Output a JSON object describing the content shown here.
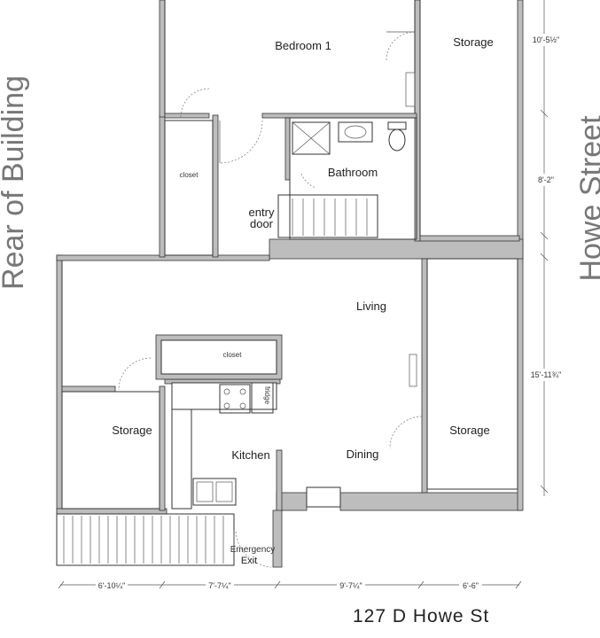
{
  "rooms": {
    "bedroom": "Bedroom 1",
    "storage_top": "Storage",
    "closet_top": "closet",
    "bathroom": "Bathroom",
    "entry_line1": "entry",
    "entry_line2": "door",
    "living": "Living",
    "closet_mid": "closet",
    "fridge": "fridge",
    "storage_left": "Storage",
    "kitchen": "Kitchen",
    "dining": "Dining",
    "storage_right": "Storage",
    "emergency_line1": "Emergency",
    "emergency_line2": "Exit"
  },
  "side_labels": {
    "rear": "Rear of Building",
    "street": "Howe Street"
  },
  "dimensions": {
    "right_top": "10'-5½\"",
    "right_mid": "8'-2\"",
    "right_bottom": "15'-11¾\"",
    "bottom_1": "6'-10¼\"",
    "bottom_2": "7'-7¼\"",
    "bottom_3": "9'-7¼\"",
    "bottom_4": "6'-6\""
  },
  "address": "127 D Howe St"
}
